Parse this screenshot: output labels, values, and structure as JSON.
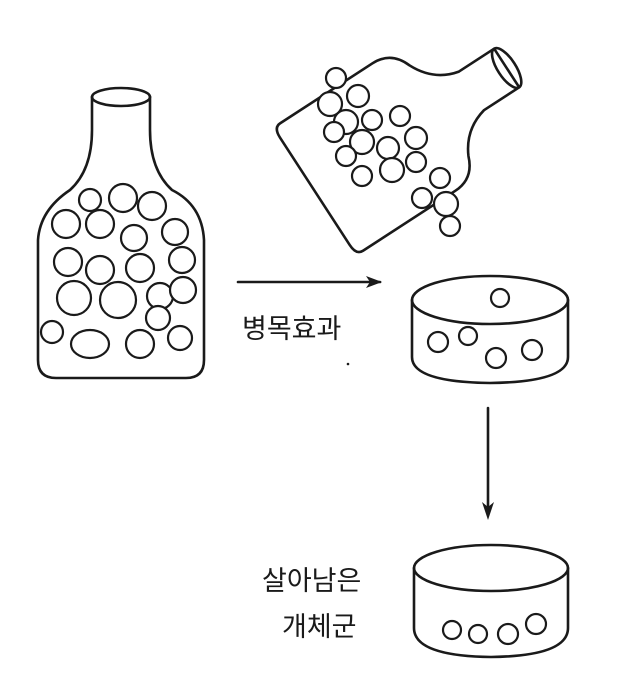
{
  "labels": {
    "bottleneck": "병목효과",
    "survivors_line1": "살아남은",
    "survivors_line2": "개체군"
  },
  "colors": {
    "ink": "#1a1a1a",
    "background": "#ffffff"
  },
  "icons": {
    "upright_bottle": "bottle-icon",
    "tipped_bottle": "bottle-icon",
    "container": "dish-icon",
    "arrow": "arrow-icon",
    "marble": "circle-icon"
  }
}
